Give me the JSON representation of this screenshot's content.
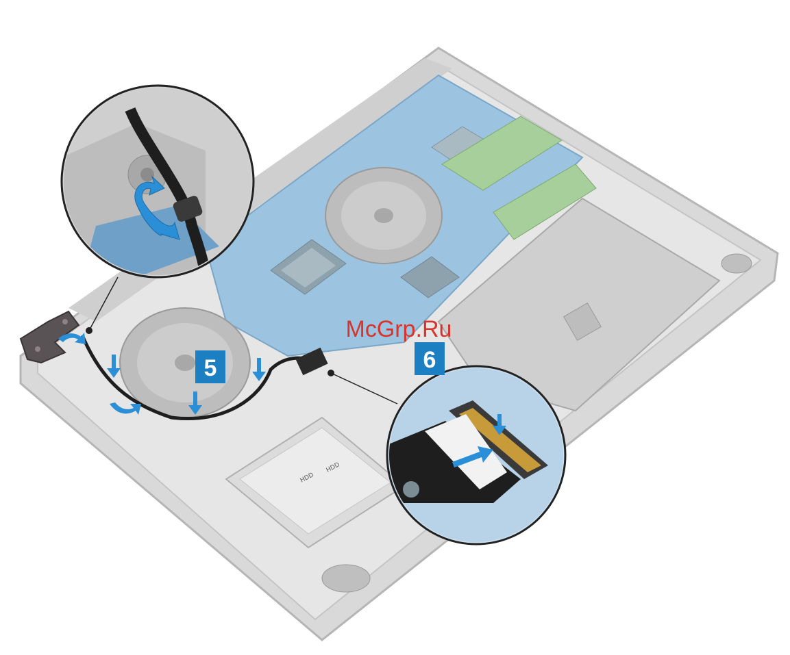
{
  "watermark": "McGrp.Ru",
  "steps": [
    {
      "number": "5"
    },
    {
      "number": "6"
    }
  ],
  "stickers": [
    {
      "text": "HDD"
    },
    {
      "text": "HDD"
    }
  ],
  "colors": {
    "step_badge": "#1b7fc2",
    "arrow": "#2a8fd6",
    "watermark": "#d9342b",
    "cable": "#1e1e1e",
    "board": "#7fb3d8",
    "chassis": "#d7d7d7"
  }
}
